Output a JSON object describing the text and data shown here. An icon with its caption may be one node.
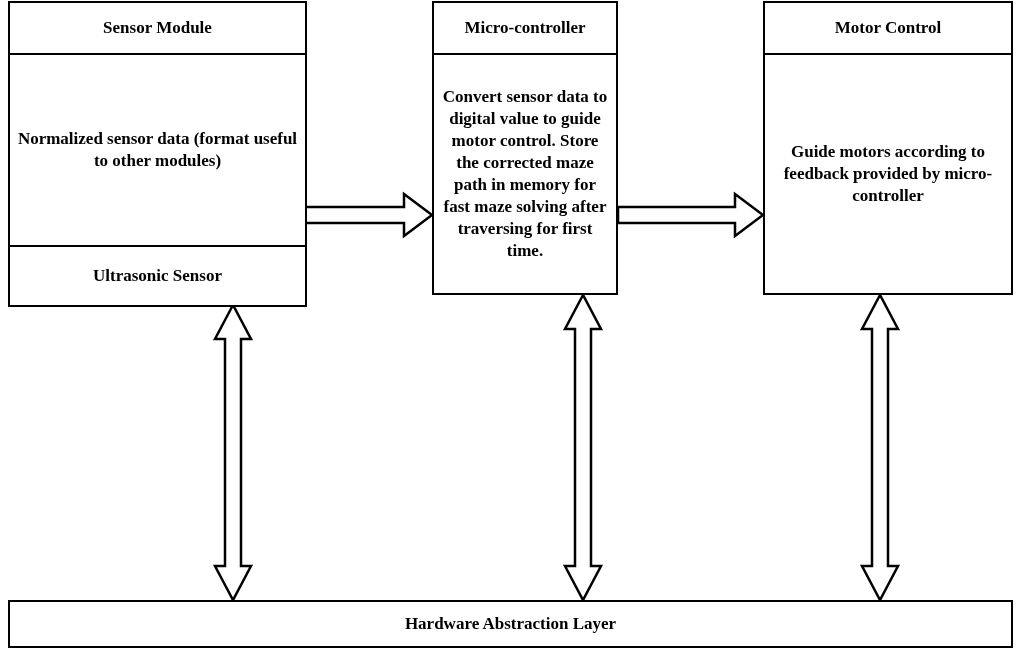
{
  "diagram": {
    "nodes": [
      {
        "text": [
          "Sensor Module"
        ]
      },
      {
        "text": [
          "Normalized sensor data (format useful to other modules)"
        ],
        "in": 0
      },
      {
        "text": [
          "Ultrasonic Sensor"
        ],
        "in": 0
      },
      {
        "text": [
          "Micro-controller",
          "Convert sensor data to digital value to guide motor control. Store the corrected maze path in memory for fast maze solving after traversing for first time."
        ]
      },
      {
        "text": [
          "Motor Control",
          "Guide motors according to feedback provided by micro-controller"
        ]
      },
      {
        "text": [
          "Hardware Abstraction Layer"
        ]
      }
    ],
    "edges": [
      {
        "from": 1,
        "to": 3,
        "arrow": "to"
      },
      {
        "from": 3,
        "to": 4,
        "arrow": "to"
      },
      {
        "from": 2,
        "to": 5,
        "arrow": "both"
      },
      {
        "from": 3,
        "to": 5,
        "arrow": "both"
      },
      {
        "from": 4,
        "to": 5,
        "arrow": "both"
      }
    ]
  }
}
